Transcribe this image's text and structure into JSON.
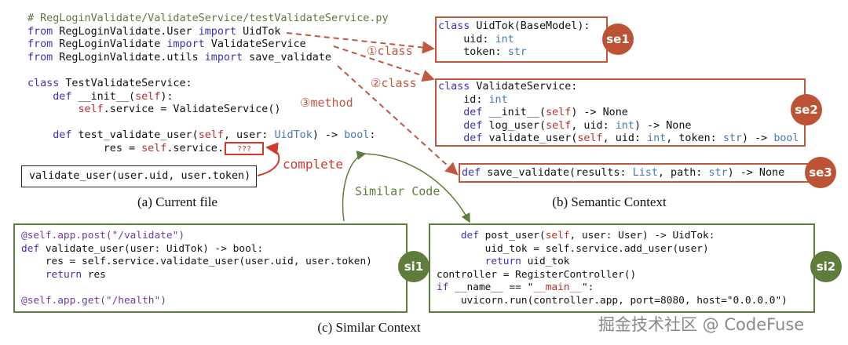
{
  "current_file": {
    "code": [
      [
        [
          "# RegLoginValidate/ValidateService/testValidateService.py",
          "cm"
        ]
      ],
      [
        [
          "from",
          "kw"
        ],
        [
          " RegLoginValidate.User ",
          ""
        ],
        [
          "import",
          "kw"
        ],
        [
          " UidTok",
          ""
        ]
      ],
      [
        [
          "from",
          "kw"
        ],
        [
          " RegLoginValidate ",
          ""
        ],
        [
          "import",
          "kw"
        ],
        [
          " ValidateService",
          ""
        ]
      ],
      [
        [
          "from",
          "kw"
        ],
        [
          " RegLoginValidate.utils ",
          ""
        ],
        [
          "import",
          "kw"
        ],
        [
          " save_validate",
          ""
        ]
      ],
      [],
      [
        [
          "class",
          "kw"
        ],
        [
          " TestValidateService:",
          ""
        ]
      ],
      [
        [
          "    ",
          ""
        ],
        [
          "def",
          "kw"
        ],
        [
          " __init__(",
          ""
        ],
        [
          "self",
          "slf"
        ],
        [
          "):",
          ""
        ]
      ],
      [
        [
          "        ",
          ""
        ],
        [
          "self",
          "slf"
        ],
        [
          ".service = ValidateService()",
          ""
        ]
      ],
      [],
      [
        [
          "    ",
          ""
        ],
        [
          "def",
          "kw"
        ],
        [
          " test_validate_user(",
          ""
        ],
        [
          "self",
          "slf"
        ],
        [
          ", user: ",
          ""
        ],
        [
          "UidTok",
          "ty"
        ],
        [
          ") -> ",
          ""
        ],
        [
          "bool",
          "ty"
        ],
        [
          ":",
          ""
        ]
      ],
      [
        [
          "            res = ",
          ""
        ],
        [
          "self",
          "slf"
        ],
        [
          ".service.",
          ""
        ]
      ]
    ],
    "blank_placeholder": "???",
    "completion": "validate_user(user.uid, user.token)",
    "complete_label": "complete",
    "caption": "(a) Current file"
  },
  "arrows": {
    "label1": "①class",
    "label2": "②class",
    "label3": "③method",
    "similar_label": "Similar Code"
  },
  "semantic_context": {
    "se1": {
      "badge": "se1",
      "code": [
        [
          [
            "class",
            "kw"
          ],
          [
            " UidTok(BaseModel):",
            ""
          ]
        ],
        [
          [
            "    uid: ",
            ""
          ],
          [
            "int",
            "ty"
          ]
        ],
        [
          [
            "    token: ",
            ""
          ],
          [
            "str",
            "ty"
          ]
        ]
      ]
    },
    "se2": {
      "badge": "se2",
      "code": [
        [
          [
            "class",
            "kw"
          ],
          [
            " ValidateService:",
            ""
          ]
        ],
        [
          [
            "    id: ",
            ""
          ],
          [
            "int",
            "ty"
          ]
        ],
        [
          [
            "    ",
            ""
          ],
          [
            "def",
            "kw"
          ],
          [
            " __init__(",
            ""
          ],
          [
            "self",
            "slf"
          ],
          [
            ") -> None",
            ""
          ]
        ],
        [
          [
            "    ",
            ""
          ],
          [
            "def",
            "kw"
          ],
          [
            " log_user(",
            ""
          ],
          [
            "self",
            "slf"
          ],
          [
            ", uid: ",
            ""
          ],
          [
            "int",
            "ty"
          ],
          [
            ") -> None",
            ""
          ]
        ],
        [
          [
            "    ",
            ""
          ],
          [
            "def",
            "kw"
          ],
          [
            " validate_user(",
            ""
          ],
          [
            "self",
            "slf"
          ],
          [
            ", uid: ",
            ""
          ],
          [
            "int",
            "ty"
          ],
          [
            ", token: ",
            ""
          ],
          [
            "str",
            "ty"
          ],
          [
            ") -> ",
            ""
          ],
          [
            "bool",
            "ty"
          ]
        ]
      ]
    },
    "se3": {
      "badge": "se3",
      "code": [
        [
          [
            "def",
            "kw"
          ],
          [
            " save_validate(results: ",
            ""
          ],
          [
            "List",
            "ty"
          ],
          [
            ", path: ",
            ""
          ],
          [
            "str",
            "ty"
          ],
          [
            ") -> None",
            ""
          ]
        ]
      ]
    },
    "caption": "(b) Semantic Context"
  },
  "similar_context": {
    "si1": {
      "badge": "si1",
      "code": [
        [
          [
            "@self.app.post(\"/validate\")",
            "dec"
          ]
        ],
        [
          [
            "def",
            "kw"
          ],
          [
            " validate_user(user: UidTok) -> bool:",
            ""
          ]
        ],
        [
          [
            "    res = self.service.validate_user(user.uid, user.token)",
            ""
          ]
        ],
        [
          [
            "    ",
            ""
          ],
          [
            "return",
            "kw"
          ],
          [
            " res",
            ""
          ]
        ],
        [],
        [
          [
            "@self.app.get(\"/health\")",
            "dec"
          ]
        ]
      ]
    },
    "si2": {
      "badge": "si2",
      "code": [
        [
          [
            "    ",
            ""
          ],
          [
            "def",
            "kw"
          ],
          [
            " post_user(",
            ""
          ],
          [
            "self",
            "slf"
          ],
          [
            ", user: User) -> UidTok:",
            ""
          ]
        ],
        [
          [
            "        uid_tok = self.service.add_user(user)",
            ""
          ]
        ],
        [
          [
            "        ",
            ""
          ],
          [
            "return",
            "kw"
          ],
          [
            " uid_tok",
            ""
          ]
        ],
        [
          [
            "controller = RegisterController()",
            ""
          ]
        ],
        [
          [
            "if",
            "kw"
          ],
          [
            " __name__ == \"",
            ""
          ],
          [
            "__main__",
            "str"
          ],
          [
            "\":",
            ""
          ]
        ],
        [
          [
            "    uvicorn.run(controller.app, port=8080, host=\"0.0.0.0\")",
            ""
          ]
        ]
      ]
    },
    "caption": "(c) Similar Context"
  },
  "watermark": "掘金技术社区 @ CodeFuse",
  "colors": {
    "semantic": "#c0573e",
    "similar": "#5e7d3c",
    "keyword": "#3b32b8",
    "self": "#b5302b",
    "type": "#4a78b0"
  }
}
